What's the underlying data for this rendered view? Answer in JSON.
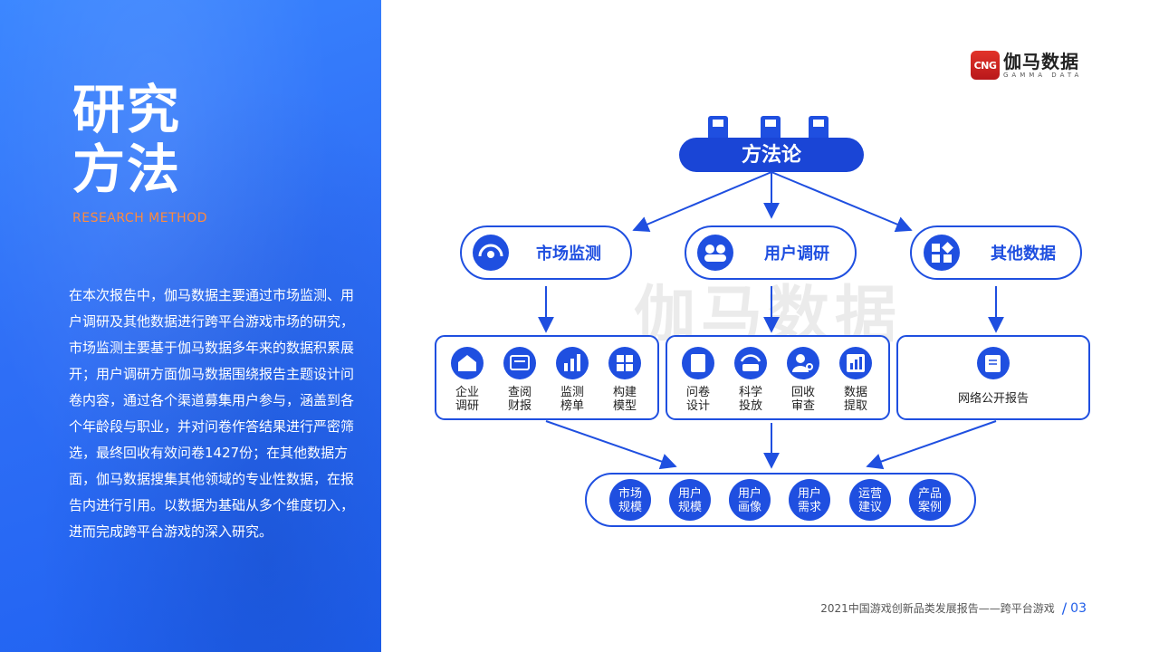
{
  "left": {
    "title_line1": "研究",
    "title_line2": "方法",
    "subtitle": "RESEARCH METHOD",
    "body": "在本次报告中，伽马数据主要通过市场监测、用户调研及其他数据进行跨平台游戏市场的研究，市场监测主要基于伽马数据多年来的数据积累展开；用户调研方面伽马数据围绕报告主题设计问卷内容，通过各个渠道募集用户参与，涵盖到各个年龄段与职业，并对问卷作答结果进行严密筛选，最终回收有效问卷1427份；在其他数据方面，伽马数据搜集其他领域的专业性数据，在报告内进行引用。以数据为基础从多个维度切入，进而完成跨平台游戏的深入研究。"
  },
  "logo": {
    "badge": "CNG",
    "name_cn": "伽马数据",
    "name_en": "GAMMA DATA"
  },
  "watermark": "伽马数据",
  "diagram": {
    "root": "方法论",
    "branches": [
      {
        "label": "市场监测",
        "icon": "gauge-icon",
        "items": [
          {
            "l1": "企业",
            "l2": "调研",
            "icon": "building-icon"
          },
          {
            "l1": "查阅",
            "l2": "财报",
            "icon": "report-icon"
          },
          {
            "l1": "监测",
            "l2": "榜单",
            "icon": "bar-chart-icon"
          },
          {
            "l1": "构建",
            "l2": "模型",
            "icon": "grid-icon"
          }
        ]
      },
      {
        "label": "用户调研",
        "icon": "users-icon",
        "items": [
          {
            "l1": "问卷",
            "l2": "设计",
            "icon": "document-icon"
          },
          {
            "l1": "科学",
            "l2": "投放",
            "icon": "broadcast-icon"
          },
          {
            "l1": "回收",
            "l2": "审查",
            "icon": "user-search-icon"
          },
          {
            "l1": "数据",
            "l2": "提取",
            "icon": "chart-icon"
          }
        ]
      },
      {
        "label": "其他数据",
        "icon": "tiles-icon",
        "items": [
          {
            "l1": "网络公开报告",
            "l2": "",
            "icon": "book-icon"
          }
        ]
      }
    ],
    "outputs": [
      {
        "l1": "市场",
        "l2": "规模"
      },
      {
        "l1": "用户",
        "l2": "规模"
      },
      {
        "l1": "用户",
        "l2": "画像"
      },
      {
        "l1": "用户",
        "l2": "需求"
      },
      {
        "l1": "运营",
        "l2": "建议"
      },
      {
        "l1": "产品",
        "l2": "案例"
      }
    ]
  },
  "footer": {
    "report_title": "2021中国游戏创新品类发展报告——跨平台游戏",
    "slash": "/",
    "page_number": "03"
  },
  "colors": {
    "accent": "#1f4fe0",
    "accent_dark": "#1a45d6",
    "orange": "#ff8a3d"
  }
}
